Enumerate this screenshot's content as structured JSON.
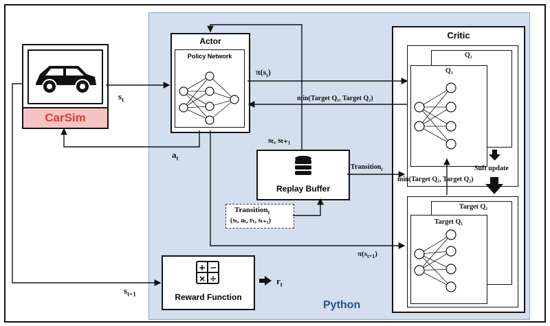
{
  "frame": {
    "environment_label": "Python"
  },
  "carsim": {
    "label": "CarSim",
    "icon": "car-icon"
  },
  "actor": {
    "title": "Actor",
    "network_label": "Policy Network"
  },
  "critic": {
    "title": "Critic",
    "q1": "Q₁",
    "q2": "Q₂",
    "target_q1": "Target Q₁",
    "target_q2": "Target Q₂",
    "soft_update": "Suft update"
  },
  "replay_buffer": {
    "title": "Replay Buffer",
    "icon": "database-icon"
  },
  "transition_box": {
    "title": "Transition",
    "title_sub": "t",
    "tuple": "(sₜ, aₜ, rₜ, sₜ₊₁)"
  },
  "reward": {
    "title": "Reward Function",
    "icon": "calculator-icon"
  },
  "edge_labels": {
    "s_t": "s",
    "s_t_sub": "t",
    "a_t": "a",
    "a_t_sub": "t",
    "s_t1": "s",
    "s_t1_sub": "t+1",
    "pi_st": "π(s",
    "pi_st_sub": "t",
    "pi_close": ")",
    "min_q": "min(Target Q₁, Target Q₂)",
    "st_st1": "sₜ, sₜ₊₁",
    "transition": "Transition",
    "transition_sub": "t",
    "min_q2": "min(Target Q₁, Target Q₂)",
    "pi_st1": "π(s",
    "pi_st1_sub": "t+1",
    "pi1_close": ")",
    "r_t": "r",
    "r_t_sub": "t"
  }
}
